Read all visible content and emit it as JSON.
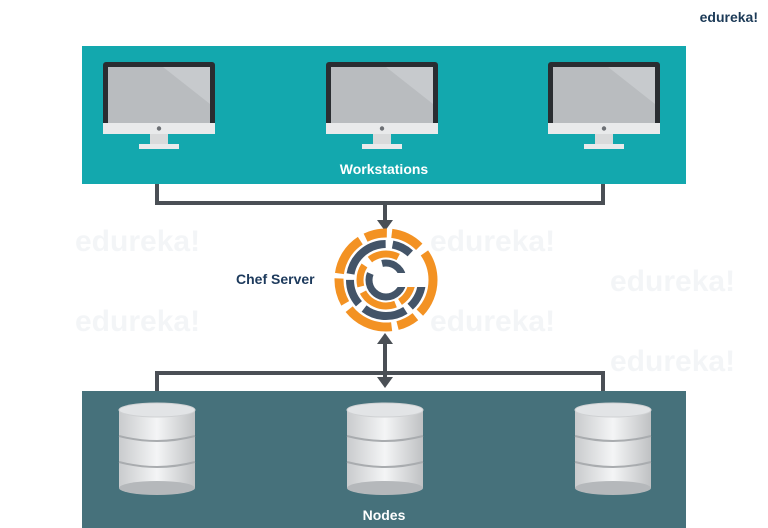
{
  "brand": "edureka!",
  "workstations": {
    "label": "Workstations",
    "count": 3
  },
  "server": {
    "label": "Chef Server"
  },
  "nodes": {
    "label": "Nodes",
    "count": 3
  },
  "colors": {
    "workstation_panel": "#13a8ae",
    "node_panel": "#46717b",
    "connector": "#4a4f55",
    "logo_orange": "#f39223",
    "logo_navy": "#435468",
    "label_text": "#1d3a5c"
  },
  "icons": [
    "monitor-icon",
    "database-icon",
    "chef-logo-icon"
  ]
}
